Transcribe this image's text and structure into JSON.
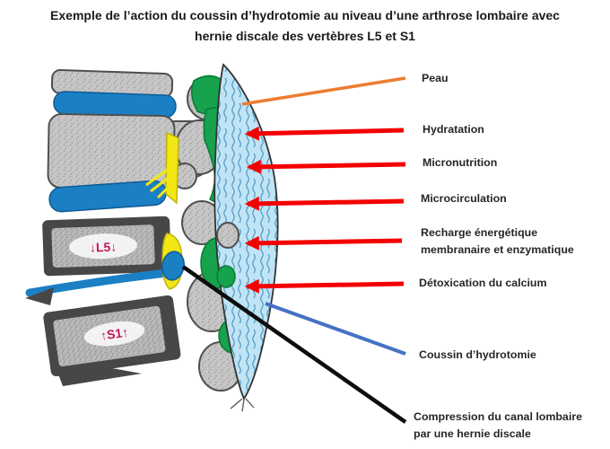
{
  "title": {
    "line1": "Exemple de l’action du coussin d’hydrotomie au niveau d’une arthrose lombaire avec",
    "line2": "hernie discale des vertèbres L5 et S1"
  },
  "annotations": [
    {
      "id": "peau",
      "text": "Peau",
      "pointer": "orange-line"
    },
    {
      "id": "hydratation",
      "text": "Hydratation",
      "pointer": "red-arrow"
    },
    {
      "id": "micronutrition",
      "text": "Micronutrition",
      "pointer": "red-arrow"
    },
    {
      "id": "microcirculation",
      "text": "Microcirculation",
      "pointer": "red-arrow"
    },
    {
      "id": "recharge",
      "text": "Recharge énergétique membranaire et enzymatique",
      "pointer": "red-arrow"
    },
    {
      "id": "detoxication",
      "text": "Détoxication du calcium",
      "pointer": "red-arrow"
    },
    {
      "id": "coussin",
      "text": "Coussin d’hydrotomie",
      "pointer": "blue-line"
    },
    {
      "id": "compression",
      "text": "Compression du canal lombaire par une hernie discale",
      "pointer": "black-line"
    }
  ],
  "diagram": {
    "l5_label": "↓L5↓",
    "s1_label": "↑S1↑"
  },
  "colors": {
    "title_text": "#1a1a1a",
    "label_text": "#262626",
    "peau_line": "#ED7D31",
    "arrow_red": "#F40000",
    "coussin_line": "#4472C4",
    "compression_line": "#0d0d0d",
    "disc_blue": "#1B7FC4",
    "disc_blue_dark": "#0E5A94",
    "ligament_green": "#17A24D",
    "green_dark": "#0A7A35",
    "nerve_yellow": "#F2E713",
    "yellow_dark": "#BFB40E",
    "bone_gray": "#C6C6C6",
    "bone_outline": "#4F4F4F",
    "bone_dark": "#474747",
    "cushion_fill": "#BFE4F5",
    "cushion_wave": "#4B93BD",
    "cushion_outline": "#333333",
    "vertebra_label_pink": "#C4175C"
  }
}
